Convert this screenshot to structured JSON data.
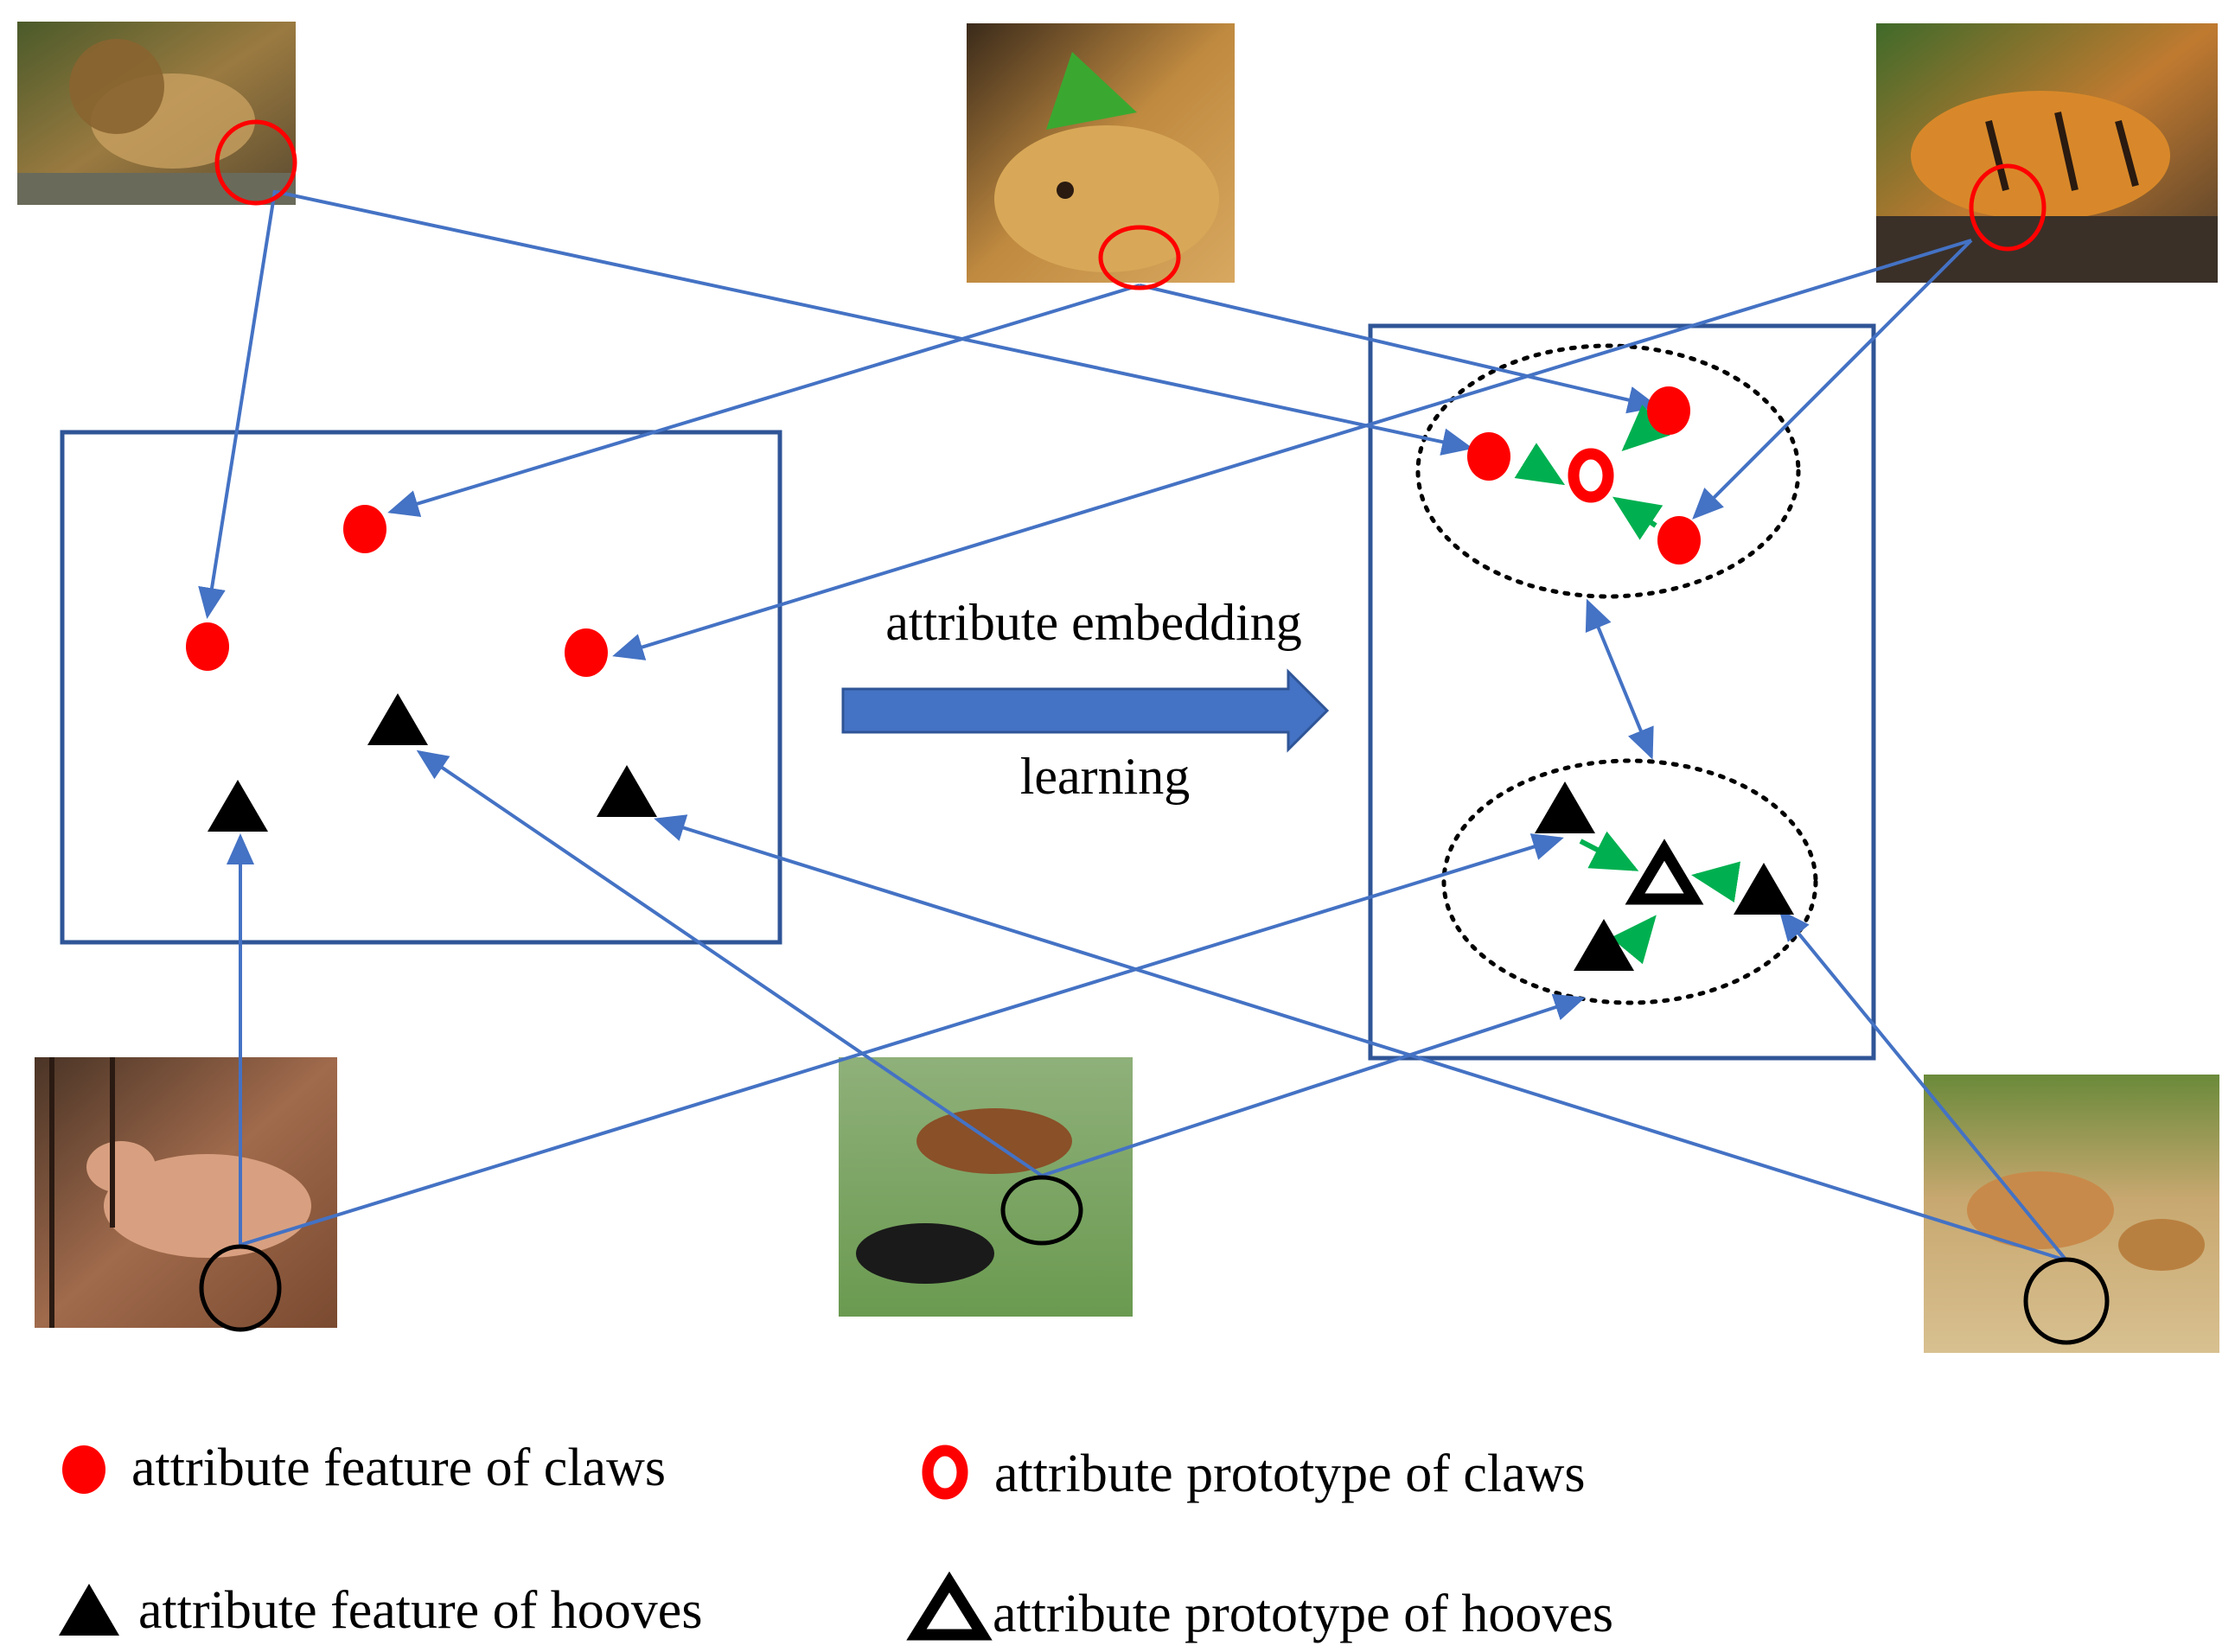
{
  "diagram": {
    "arrow_caption_line1": "attribute embedding",
    "arrow_caption_line2": "learning",
    "colors": {
      "connector": "#4472C4",
      "box": "#2F5597",
      "claw_feature": "#FF0000",
      "prototype_pull": "#00B050",
      "hoof_feature": "#000000",
      "background": "#FFFFFF"
    },
    "images": [
      {
        "name": "lion-photo",
        "subject": "lion",
        "region": "claws"
      },
      {
        "name": "hamster-photo",
        "subject": "hamster",
        "region": "claws"
      },
      {
        "name": "tiger-photo",
        "subject": "tiger",
        "region": "claws"
      },
      {
        "name": "sheep-photo",
        "subject": "sheep",
        "region": "hooves"
      },
      {
        "name": "horse-photo",
        "subject": "horses",
        "region": "hooves"
      },
      {
        "name": "deer-photo",
        "subject": "deer",
        "region": "hooves"
      }
    ]
  },
  "legend": {
    "claw_feature": "attribute feature of claws",
    "claw_prototype": "attribute prototype of claws",
    "hoof_feature": "attribute feature of hooves",
    "hoof_prototype": "attribute prototype of hooves"
  }
}
